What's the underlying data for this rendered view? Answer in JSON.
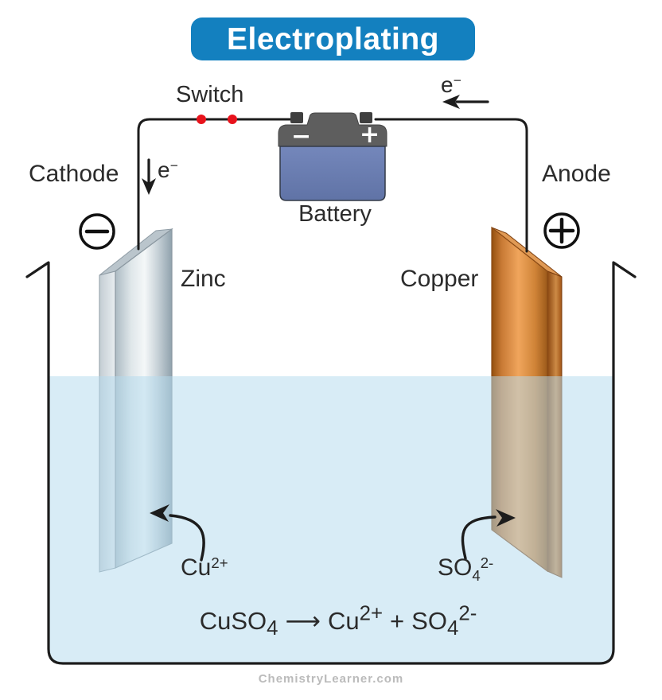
{
  "title": "Electroplating",
  "labels": {
    "switch": "Switch",
    "cathode": "Cathode",
    "anode": "Anode",
    "battery": "Battery",
    "zinc": "Zinc",
    "copper": "Copper"
  },
  "battery_symbols": {
    "minus": "−",
    "plus": "+"
  },
  "electron": {
    "base": "e",
    "charge": "−"
  },
  "ions": {
    "copper": {
      "base": "Cu",
      "charge": "2+"
    },
    "sulfate": {
      "base": "SO",
      "subscript": "4",
      "charge": "2-"
    }
  },
  "equation": {
    "reactant": "CuSO",
    "reactant_sub": "4",
    "arrow": "⟶",
    "product1": "Cu",
    "product1_charge": "2+",
    "plus": "+",
    "product2": "SO",
    "product2_sub": "4",
    "product2_charge": "2-"
  },
  "watermark": "ChemistryLearner.com",
  "colors": {
    "title_bg": "#1380bf",
    "wire": "#1c1c1c",
    "switch_dots": "#e8131c",
    "battery_body": "#6b80b6",
    "battery_cap": "#5e5e5e",
    "solution": "#ddeff8",
    "zinc_plate": "#dfe6ea",
    "copper_plate": "#d9893f",
    "watermark_text": "#bbbbbb"
  }
}
